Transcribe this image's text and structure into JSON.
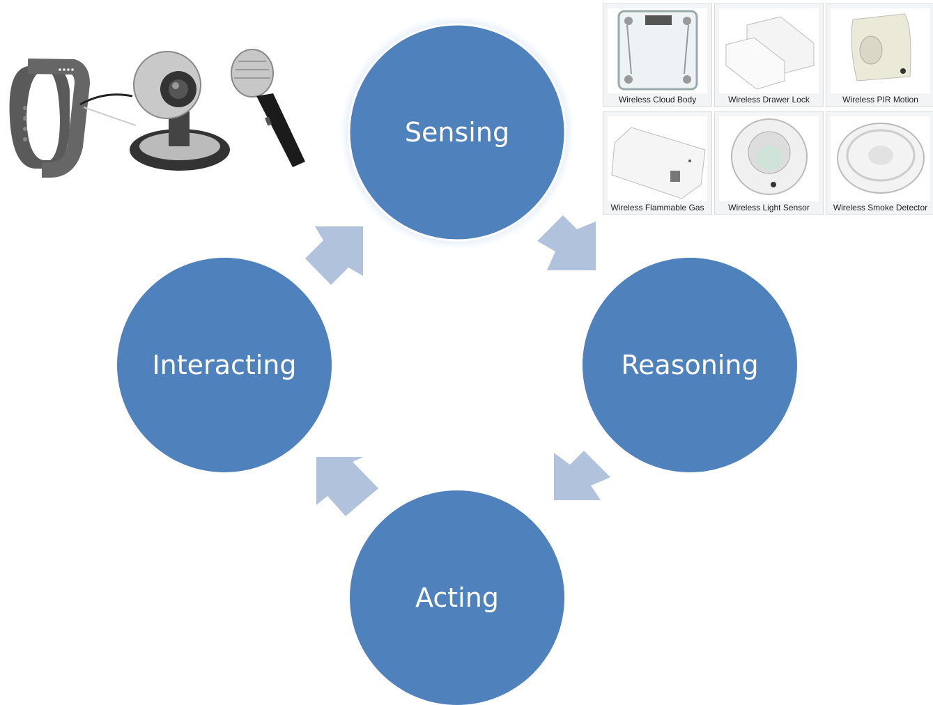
{
  "diagram": {
    "nodes": [
      {
        "id": "sensing",
        "label": "Sensing"
      },
      {
        "id": "reasoning",
        "label": "Reasoning"
      },
      {
        "id": "acting",
        "label": "Acting"
      },
      {
        "id": "interacting",
        "label": "Interacting"
      }
    ],
    "colors": {
      "node": "#4f81bd",
      "arrow": "#b1c2dc",
      "glow": "#c5d8f3",
      "text": "#ffffff"
    }
  },
  "devices": {
    "tiles": [
      {
        "caption": "Wireless Cloud Body",
        "icon": "scale-icon"
      },
      {
        "caption": "Wireless Drawer Lock",
        "icon": "door-sensor-icon"
      },
      {
        "caption": "Wireless PIR Motion",
        "icon": "motion-sensor-icon"
      },
      {
        "caption": "Wireless Flammable Gas",
        "icon": "gas-detector-icon"
      },
      {
        "caption": "Wireless Light Sensor",
        "icon": "light-sensor-icon"
      },
      {
        "caption": "Wireless Smoke Detector",
        "icon": "smoke-detector-icon"
      }
    ],
    "gadgets": [
      {
        "icon": "fitness-band-icon"
      },
      {
        "icon": "webcam-icon"
      },
      {
        "icon": "microphone-icon"
      }
    ]
  }
}
